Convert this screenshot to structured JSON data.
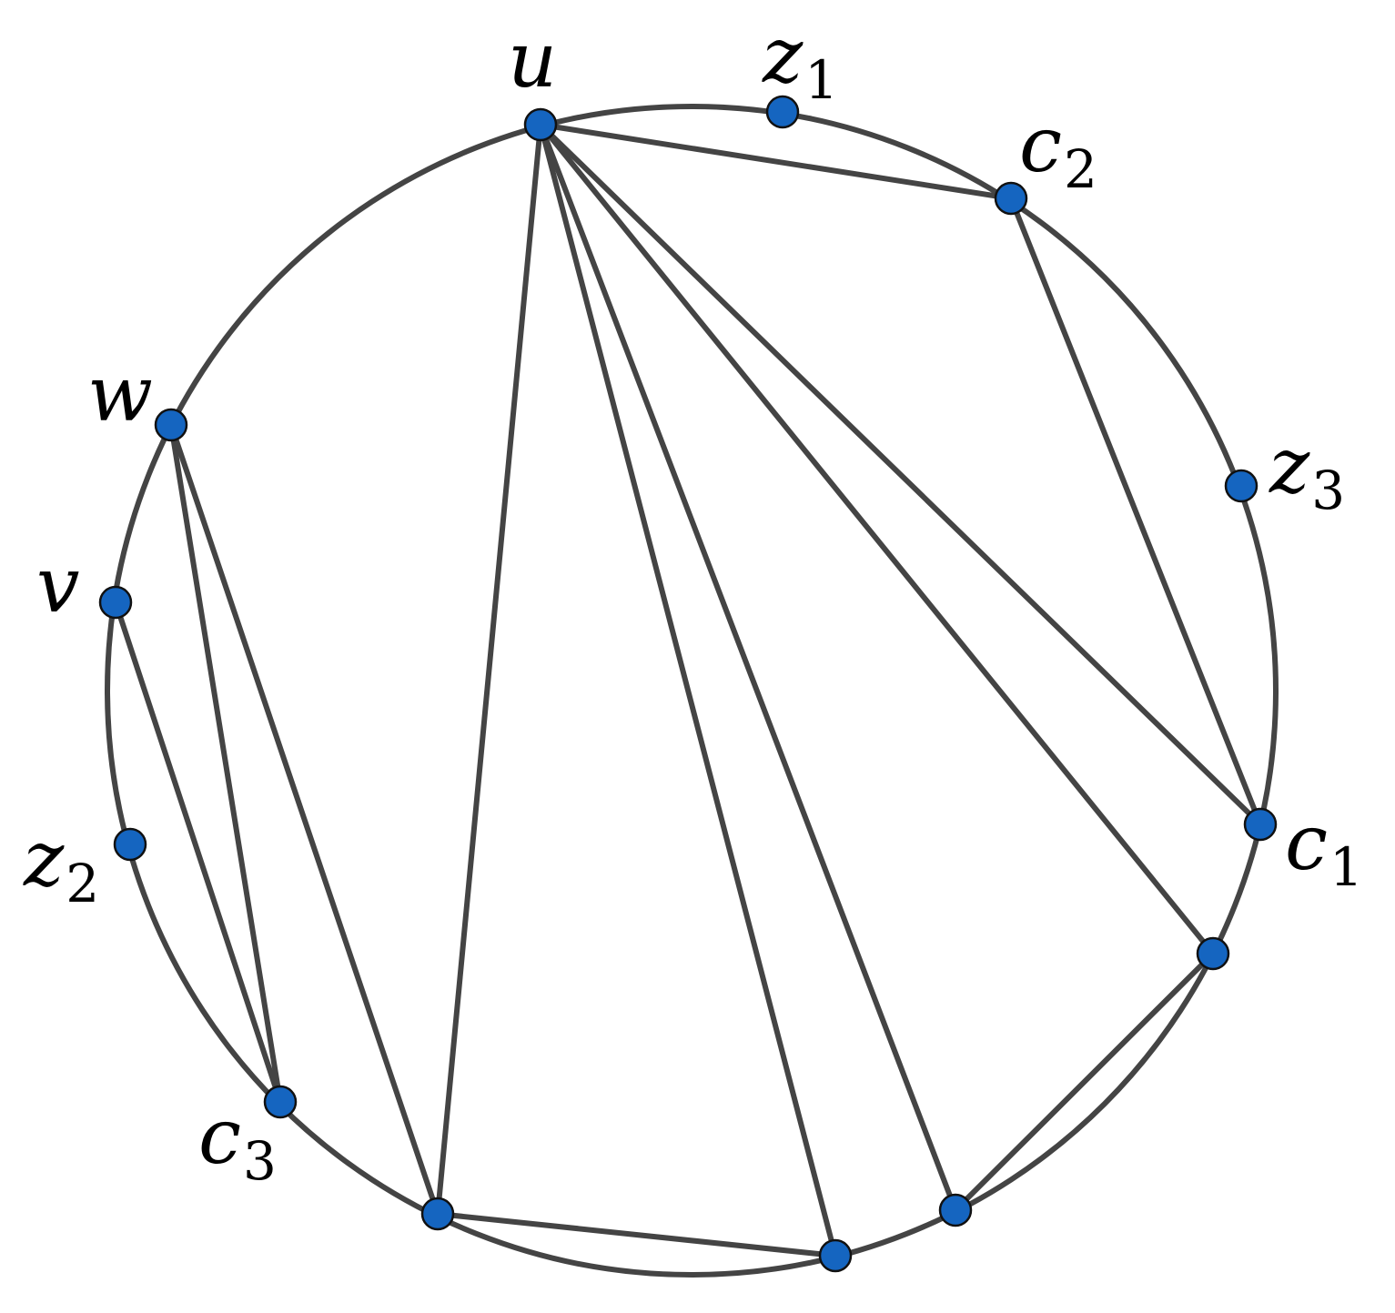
{
  "diagram": {
    "vertices": [
      {
        "id": "u",
        "label": "u",
        "sub": ""
      },
      {
        "id": "z1",
        "label": "z",
        "sub": "1"
      },
      {
        "id": "c2",
        "label": "c",
        "sub": "2"
      },
      {
        "id": "z3",
        "label": "z",
        "sub": "3"
      },
      {
        "id": "c1",
        "label": "c",
        "sub": "1"
      },
      {
        "id": "p1",
        "label": "",
        "sub": ""
      },
      {
        "id": "p2",
        "label": "",
        "sub": ""
      },
      {
        "id": "p3",
        "label": "",
        "sub": ""
      },
      {
        "id": "p4",
        "label": "",
        "sub": ""
      },
      {
        "id": "c3",
        "label": "c",
        "sub": "3"
      },
      {
        "id": "z2",
        "label": "z",
        "sub": "2"
      },
      {
        "id": "v",
        "label": "v",
        "sub": ""
      },
      {
        "id": "w",
        "label": "w",
        "sub": ""
      }
    ],
    "chords": [
      [
        "u",
        "c2"
      ],
      [
        "u",
        "c1"
      ],
      [
        "u",
        "p1"
      ],
      [
        "u",
        "p2"
      ],
      [
        "u",
        "p3"
      ],
      [
        "u",
        "p4"
      ],
      [
        "c2",
        "c1"
      ],
      [
        "p1",
        "p2"
      ],
      [
        "p3",
        "p4"
      ],
      [
        "w",
        "c3"
      ],
      [
        "w",
        "p4"
      ],
      [
        "v",
        "c3"
      ]
    ],
    "colors": {
      "vertex_fill": "#1565c0",
      "edge_stroke": "#444444"
    }
  }
}
